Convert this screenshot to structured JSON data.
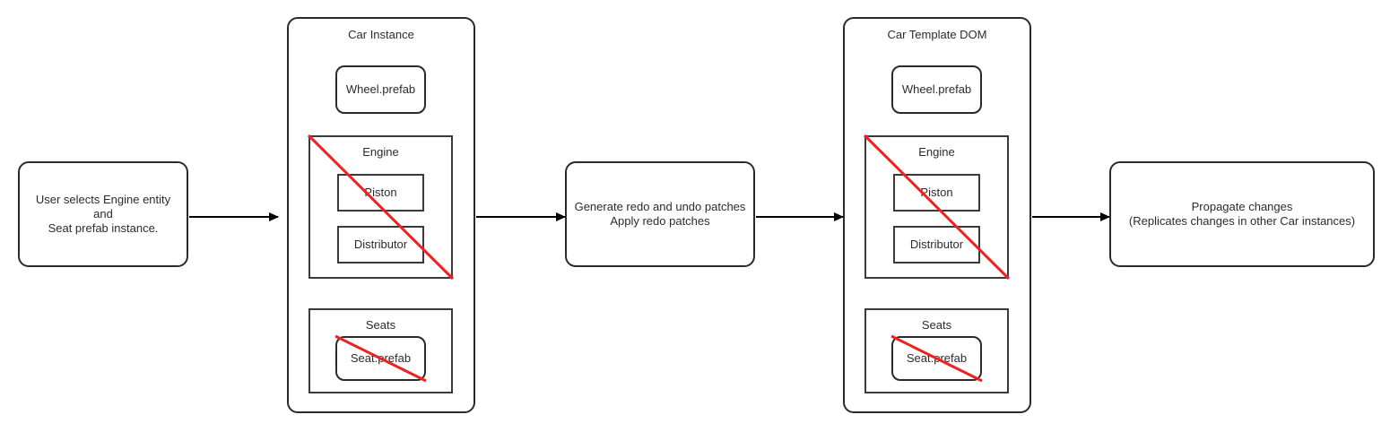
{
  "diagram": {
    "title": "Prefab edit propagation flow",
    "accent_color": "#ee2222",
    "stroke_color": "#2b2b2b",
    "background": "#ffffff"
  },
  "steps": {
    "user_action": {
      "label": "User selects Engine entity and\nSeat prefab instance."
    },
    "patch_process": {
      "label": "Generate redo and undo patches\nApply redo patches"
    },
    "propagate": {
      "label": "Propagate changes\n(Replicates changes in other Car instances)"
    }
  },
  "car_instance": {
    "title": "Car Instance",
    "wheel": {
      "label": "Wheel.prefab"
    },
    "engine": {
      "title": "Engine",
      "struck": true,
      "children": [
        {
          "label": "Piston"
        },
        {
          "label": "Distributor"
        }
      ]
    },
    "seats": {
      "title": "Seats",
      "child": {
        "label": "Seat.prefab",
        "struck": true
      }
    }
  },
  "car_template_dom": {
    "title": "Car Template DOM",
    "wheel": {
      "label": "Wheel.prefab"
    },
    "engine": {
      "title": "Engine",
      "struck": true,
      "children": [
        {
          "label": "Piston"
        },
        {
          "label": "Distributor"
        }
      ]
    },
    "seats": {
      "title": "Seats",
      "child": {
        "label": "Seat.prefab",
        "struck": true
      }
    }
  },
  "connectors": [
    {
      "name": "user-to-car-instance"
    },
    {
      "name": "car-instance-to-patch-process"
    },
    {
      "name": "patch-process-to-car-template"
    },
    {
      "name": "car-template-to-propagate"
    }
  ]
}
